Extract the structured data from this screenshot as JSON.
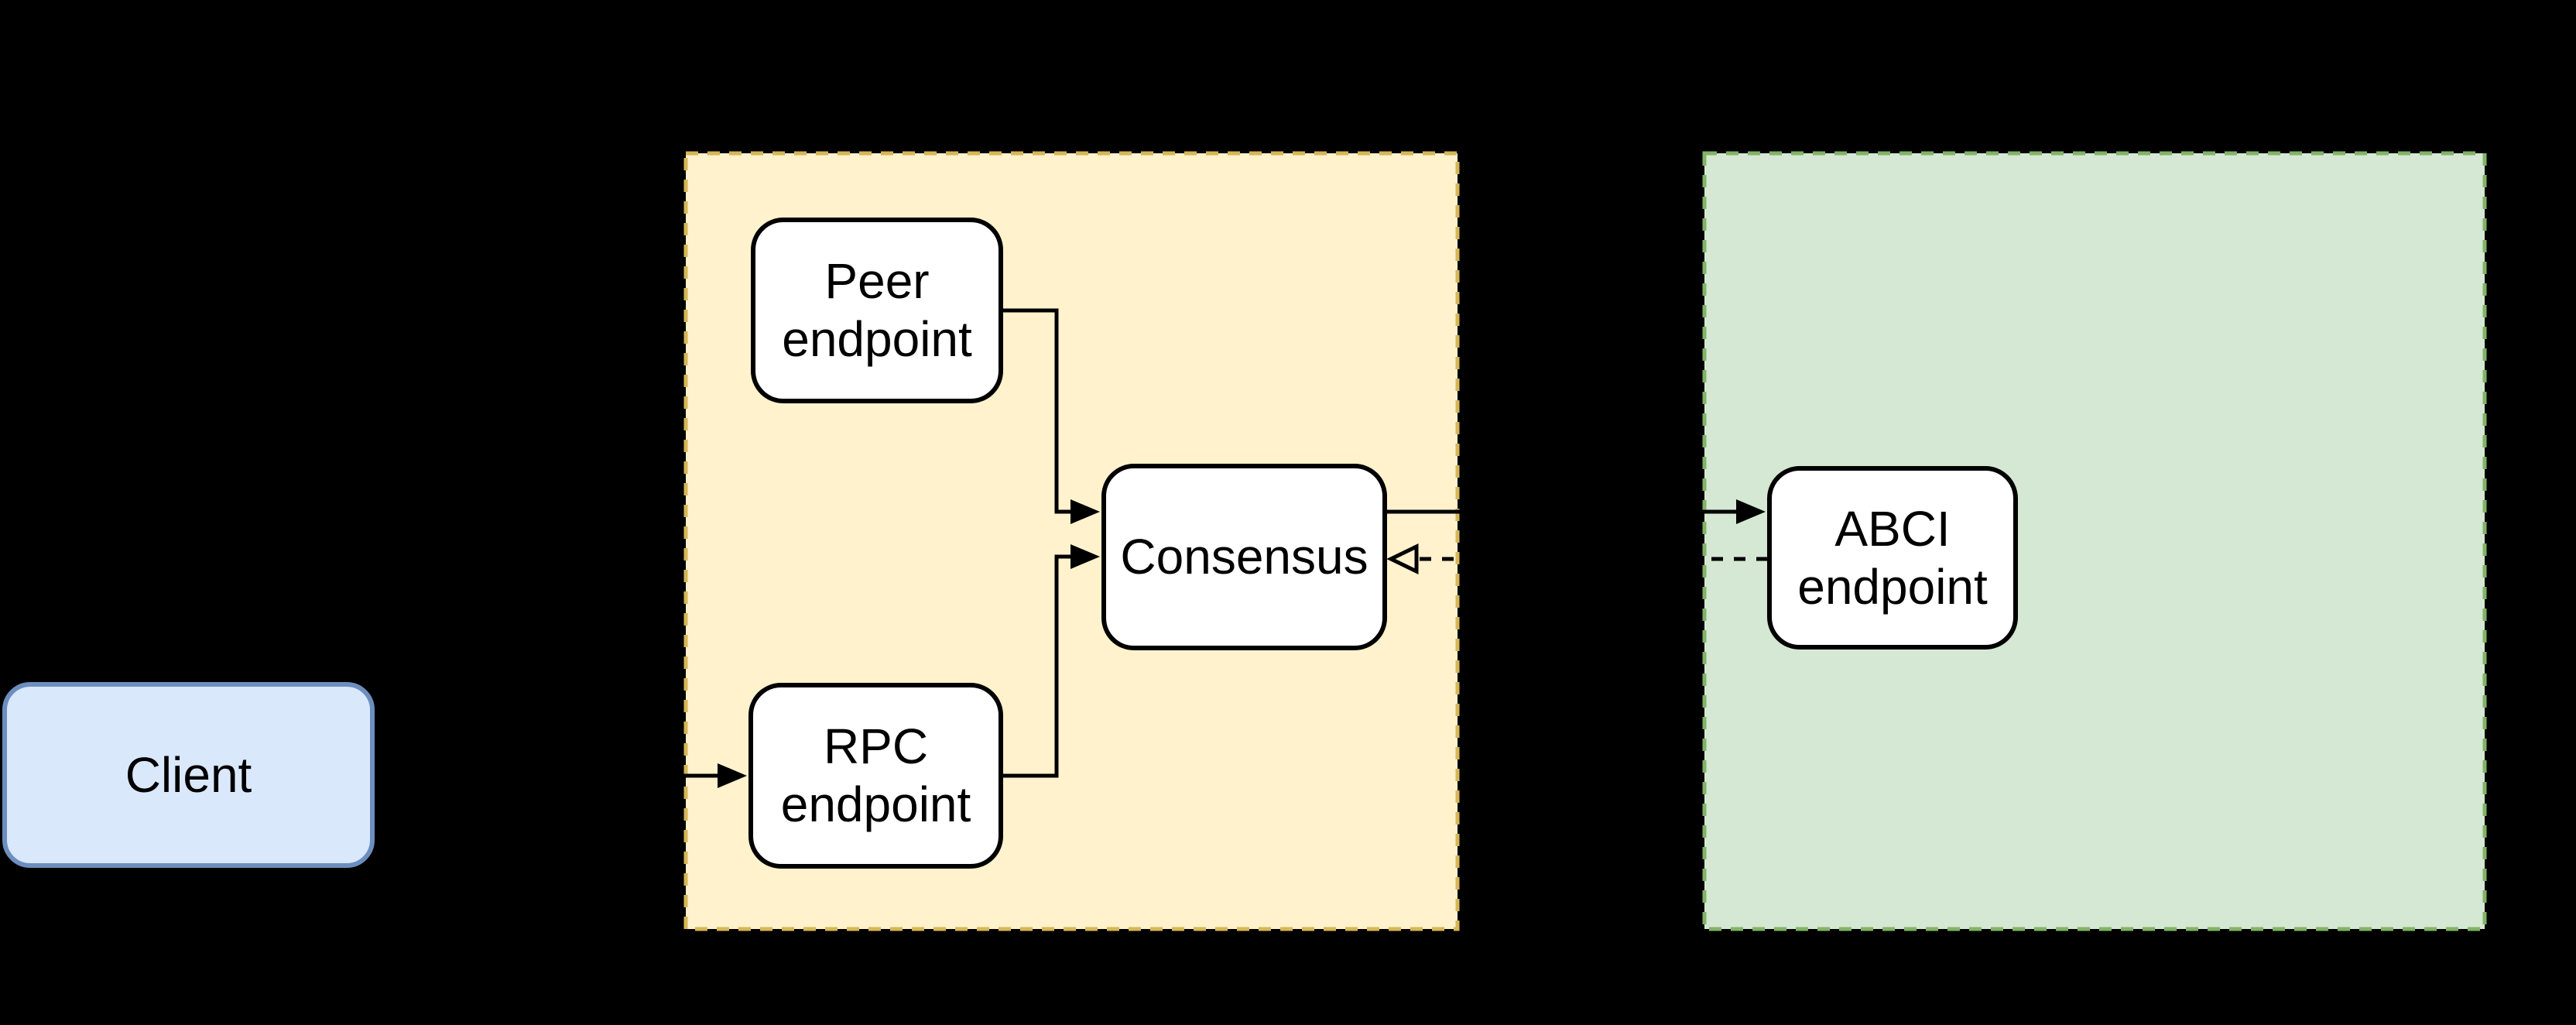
{
  "canvas": {
    "background": "#000000"
  },
  "containers": {
    "node": {
      "fill": "#fff2cc",
      "border_color": "#d6b656",
      "border_style": "dashed",
      "label": ""
    },
    "application": {
      "fill": "#d5e8d4",
      "border_color": "#82b366",
      "border_style": "dashed",
      "label": ""
    }
  },
  "nodes": {
    "client": {
      "label": "Client",
      "fill": "#dae8fc",
      "border_color": "#6c8ebf"
    },
    "peer_endpoint": {
      "label": "Peer\nendpoint",
      "fill": "#ffffff",
      "border_color": "#000000"
    },
    "rpc_endpoint": {
      "label": "RPC\nendpoint",
      "fill": "#ffffff",
      "border_color": "#000000"
    },
    "consensus": {
      "label": "Consensus",
      "fill": "#ffffff",
      "border_color": "#000000"
    },
    "abci_endpoint": {
      "label": "ABCI\nendpoint",
      "fill": "#ffffff",
      "border_color": "#000000"
    }
  },
  "edges": [
    {
      "from": "client",
      "to": "rpc_endpoint",
      "style": "solid",
      "arrowhead": "filled"
    },
    {
      "from": "peer_endpoint",
      "to": "consensus",
      "style": "solid",
      "arrowhead": "filled"
    },
    {
      "from": "rpc_endpoint",
      "to": "consensus",
      "style": "solid",
      "arrowhead": "filled"
    },
    {
      "from": "consensus",
      "to": "abci_endpoint",
      "style": "solid",
      "arrowhead": "filled"
    },
    {
      "from": "abci_endpoint",
      "to": "consensus",
      "style": "dashed",
      "arrowhead": "open"
    }
  ]
}
